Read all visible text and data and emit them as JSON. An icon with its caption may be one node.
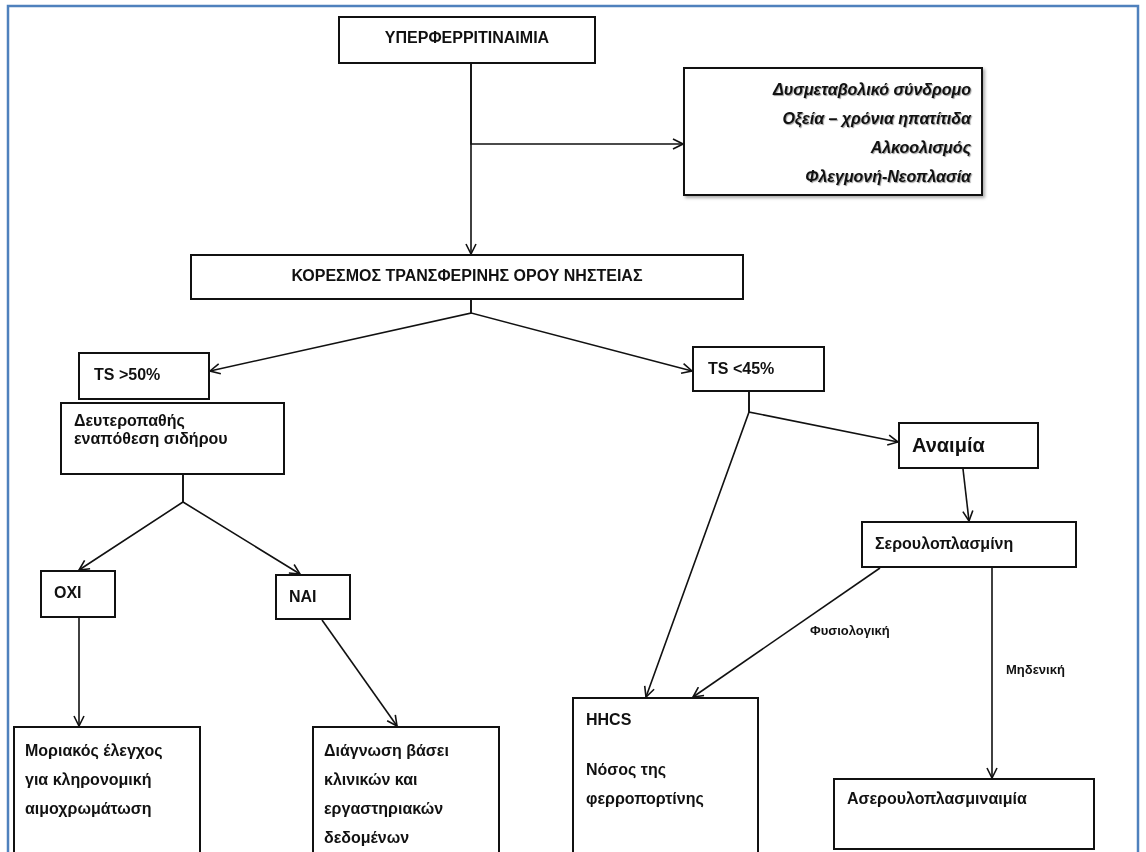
{
  "diagram": {
    "nodes": [
      {
        "text": [
          "ΥΠΕΡΦΕΡΡΙΤΙΝΑΙΜΙΑ"
        ]
      },
      {
        "text": [
          "Δυσμεταβολικό σύνδρομο",
          "Οξεία – χρόνια ηπατίτιδα",
          "Αλκοολισμός",
          "Φλεγμονή-Νεοπλασία"
        ]
      },
      {
        "text": [
          "ΚΟΡΕΣΜΟΣ ΤΡΑΝΣΦΕΡΙΝΗΣ ΟΡΟΥ ΝΗΣΤΕΙΑΣ"
        ]
      },
      {
        "text": [
          "TS >50%"
        ]
      },
      {
        "text": [
          "Δευτεροπαθής εναπόθεση σιδήρου"
        ]
      },
      {
        "text": [
          "ΟΧΙ"
        ]
      },
      {
        "text": [
          "ΝΑΙ"
        ]
      },
      {
        "text": [
          "Μοριακός έλεγχος για κληρονομική αιμοχρωμάτωση"
        ]
      },
      {
        "text": [
          "Διάγνωση βάσει κλινικών και εργαστηριακών δεδομένων"
        ]
      },
      {
        "text": [
          "TS <45%"
        ]
      },
      {
        "text": [
          "Αναιμία"
        ]
      },
      {
        "text": [
          "Σερουλοπλασμίνη"
        ]
      },
      {
        "text": [
          "HHCS",
          "Νόσος της φερροπορτίνης"
        ]
      },
      {
        "text": [
          "Ασερουλοπλασμιναιμία"
        ]
      }
    ],
    "edges": [
      {
        "from": 0,
        "to": 2,
        "arrow": "to"
      },
      {
        "from": 0,
        "to": 1,
        "arrow": "to"
      },
      {
        "from": 2,
        "to": 3,
        "arrow": "to"
      },
      {
        "from": 2,
        "to": 9,
        "arrow": "to"
      },
      {
        "from": 4,
        "to": 5,
        "arrow": "to"
      },
      {
        "from": 4,
        "to": 6,
        "arrow": "to"
      },
      {
        "from": 5,
        "to": 7,
        "arrow": "to"
      },
      {
        "from": 6,
        "to": 8,
        "arrow": "to"
      },
      {
        "from": 9,
        "to": 10,
        "arrow": "to"
      },
      {
        "from": 9,
        "to": 12,
        "arrow": "to"
      },
      {
        "from": 10,
        "to": 11,
        "arrow": "to"
      },
      {
        "from": 11,
        "to": 12,
        "arrow": "to",
        "label": "Φυσιολογική"
      },
      {
        "from": 11,
        "to": 13,
        "arrow": "to",
        "label": "Μηδενική"
      }
    ]
  }
}
